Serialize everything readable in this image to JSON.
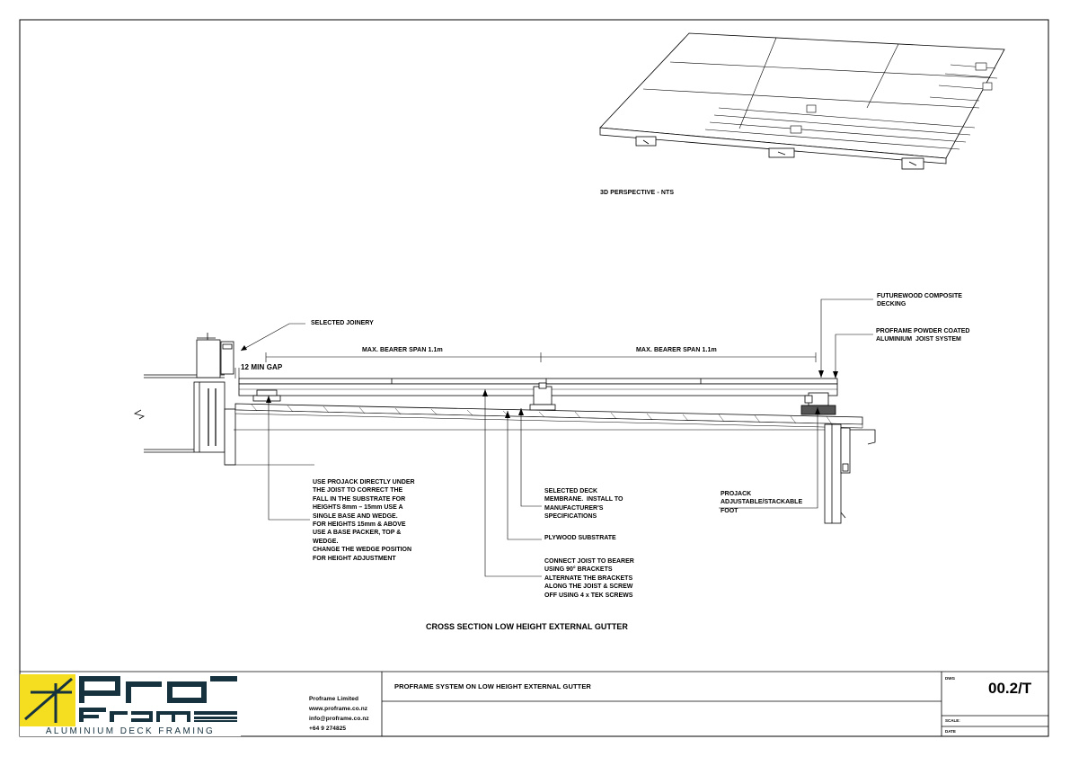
{
  "perspective_caption": "3D PERSPECTIVE - NTS",
  "section_title": "CROSS SECTION LOW HEIGHT EXTERNAL GUTTER",
  "dimensions": {
    "span_left": "MAX. BEARER SPAN 1.1m",
    "span_right": "MAX. BEARER SPAN 1.1m",
    "gap": "12 MIN GAP"
  },
  "labels": {
    "joinery": "SELECTED JOINERY",
    "decking": "FUTUREWOOD COMPOSITE\nDECKING",
    "joist_system": "PROFRAME POWDER COATED\nALUMINIUM  JOIST SYSTEM",
    "projack_usage": "USE PROJACK DIRECTLY UNDER\nTHE JOIST TO CORRECT THE\nFALL IN THE SUBSTRATE FOR\nHEIGHTS 8mm – 15mm USE A\nSINGLE BASE AND WEDGE.\nFOR HEIGHTS 15mm & ABOVE\nUSE A BASE PACKER, TOP &\nWEDGE.\nCHANGE THE WEDGE POSITION\nFOR HEIGHT ADJUSTMENT",
    "membrane": "SELECTED DECK\nMEMBRANE.  INSTALL TO\nMANUFACTURER'S\nSPECIFICATIONS",
    "plywood": "PLYWOOD SUBSTRATE",
    "brackets": "CONNECT JOIST TO BEARER\nUSING 90° BRACKETS\nALTERNATE THE BRACKETS\nALONG THE JOIST & SCREW\nOFF USING 4 x TEK SCREWS",
    "projack_foot": "PROJACK\nADJUSTABLE/STACKABLE\nFOOT"
  },
  "title_block": {
    "logo_top": "PRO",
    "logo_bottom": "FRAME",
    "logo_tagline": "ALUMINIUM DECK FRAMING",
    "company": "Proframe Limited",
    "website": "www.proframe.co.nz",
    "email": "info@proframe.co.nz",
    "phone": "+64 9 274825",
    "drawing_title": "PROFRAME SYSTEM ON LOW HEIGHT EXTERNAL GUTTER",
    "drawing_number_label": "DWG",
    "drawing_number": "00.2/T",
    "scale_label": "SCALE:",
    "date_label": "DATE",
    "logo_color": "#f5dd1f",
    "logo_dark": "#17323f"
  }
}
